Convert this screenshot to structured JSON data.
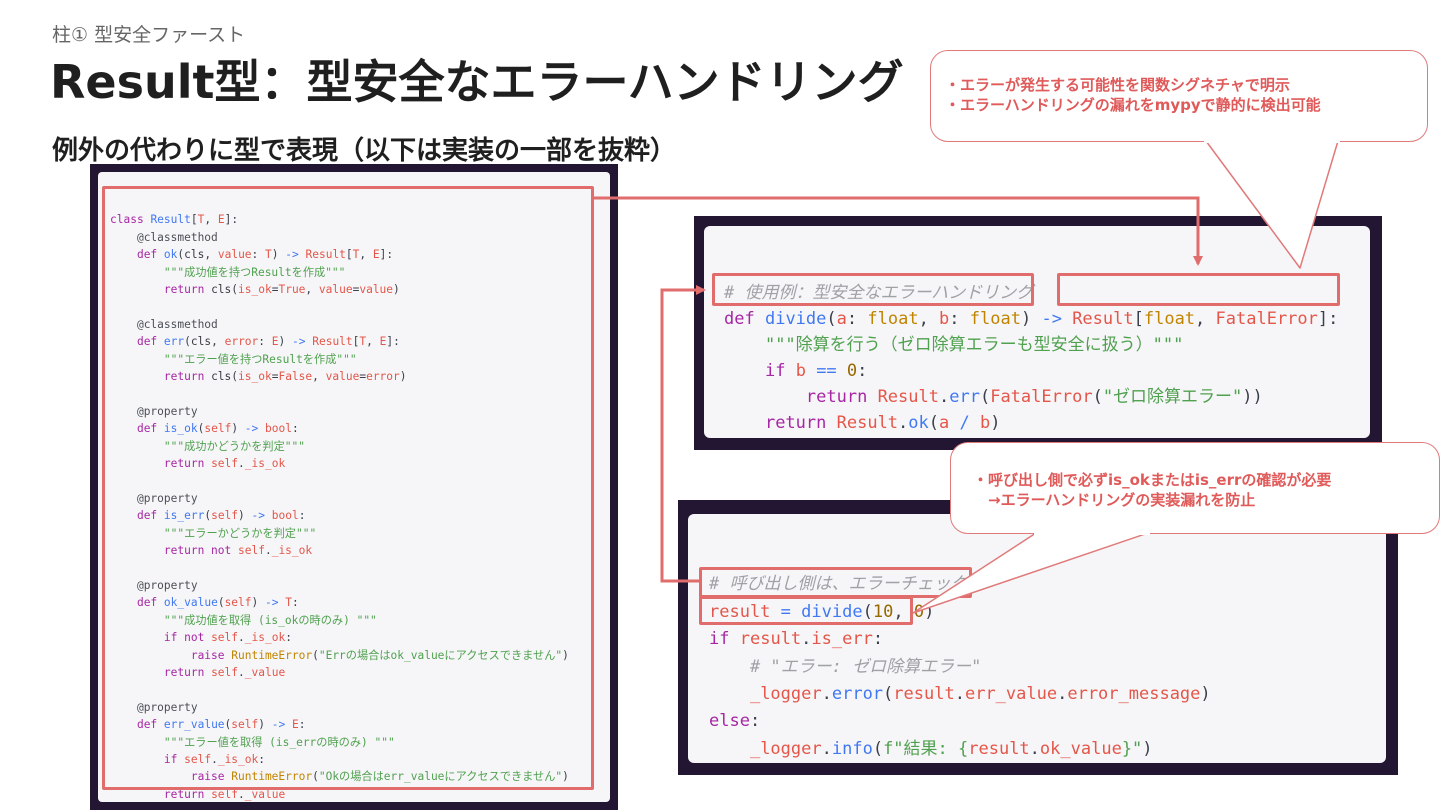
{
  "slide": {
    "subtitle": "柱① 型安全ファースト",
    "title": "Result型：型安全なエラーハンドリング",
    "heading": "例外の代わりに型で表現（以下は実装の一部を抜粋）"
  },
  "callouts": {
    "top": [
      "・エラーが発生する可能性を関数シグネチャで明示",
      "・エラーハンドリングの漏れをmypyで静的に検出可能"
    ],
    "bottom": [
      "・呼び出し側で必ずis_okまたはis_errの確認が必要",
      "　→エラーハンドリングの実装漏れを防止"
    ]
  },
  "code": {
    "result_class": [
      "class Result[T, E]:",
      "    @classmethod",
      "    def ok(cls, value: T) -> Result[T, E]:",
      "        \"\"\"成功値を持つResultを作成\"\"\"",
      "        return cls(is_ok=True, value=value)",
      "",
      "    @classmethod",
      "    def err(cls, error: E) -> Result[T, E]:",
      "        \"\"\"エラー値を持つResultを作成\"\"\"",
      "        return cls(is_ok=False, value=error)",
      "",
      "    @property",
      "    def is_ok(self) -> bool:",
      "        \"\"\"成功かどうかを判定\"\"\"",
      "        return self._is_ok",
      "",
      "    @property",
      "    def is_err(self) -> bool:",
      "        \"\"\"エラーかどうかを判定\"\"\"",
      "        return not self._is_ok",
      "",
      "    @property",
      "    def ok_value(self) -> T:",
      "        \"\"\"成功値を取得 (is_okの時のみ) \"\"\"",
      "        if not self._is_ok:",
      "            raise RuntimeError(\"Errの場合はok_valueにアクセスできません\")",
      "        return self._value",
      "",
      "    @property",
      "    def err_value(self) -> E:",
      "        \"\"\"エラー値を取得 (is_errの時のみ) \"\"\"",
      "        if self._is_ok:",
      "            raise RuntimeError(\"Okの場合はerr_valueにアクセスできません\")",
      "        return self._value"
    ],
    "usage": [
      "# 使用例：型安全なエラーハンドリング",
      "def divide(a: float, b: float) -> Result[float, FatalError]:",
      "    \"\"\"除算を行う（ゼロ除算エラーも型安全に扱う）\"\"\"",
      "    if b == 0:",
      "        return Result.err(FatalError(\"ゼロ除算エラー\"))",
      "    return Result.ok(a / b)"
    ],
    "caller": [
      "# 呼び出し側は、エラーチェックが",
      "result = divide(10, 0)",
      "if result.is_err:",
      "    # \"エラー: ゼロ除算エラー\"",
      "    _logger.error(result.err_value.error_message)",
      "else:",
      "    _logger.info(f\"結果: {result.ok_value}\")"
    ]
  },
  "colors": {
    "accent": "#e06c6c",
    "panel_bg": "#221633",
    "card_bg": "#f6f6f8"
  }
}
